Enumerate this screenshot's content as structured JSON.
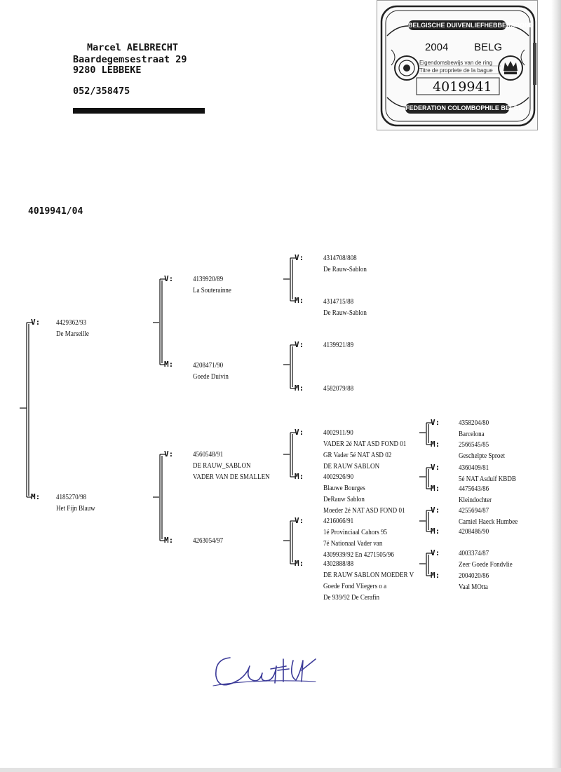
{
  "breeder": {
    "name": "Marcel AELBRECHT",
    "street": "Baardegemsestraat 29",
    "city": "9280  LEBBEKE",
    "phone": "052/358475"
  },
  "certificate": {
    "top_band": "BELGISCHE DUIVENLIEFHEBBERSBOND",
    "year": "2004",
    "country": "BELG",
    "line1": "Eigendomsbewijs van de ring",
    "line2": "Titre de propriete de la bague",
    "number": "4019941",
    "bottom_band": "FEDERATION COLOMBOPHILE BELGE"
  },
  "ring_id": "4019941/04",
  "markers": {
    "sire": "V:",
    "dam": "M:"
  },
  "pedigree": {
    "v": {
      "ring": "4429362/93",
      "lines": [
        "De Marseille"
      ]
    },
    "m": {
      "ring": "4185270/98",
      "lines": [
        "Het Fijn Blauw"
      ]
    },
    "vv": {
      "ring": "4139920/89",
      "lines": [
        "La Souterainne"
      ]
    },
    "vm": {
      "ring": "4208471/90",
      "lines": [
        "Goede Duivin"
      ]
    },
    "mv": {
      "ring": "4560548/91",
      "lines": [
        "DE RAUW_SABLON",
        "VADER VAN DE SMALLEN"
      ]
    },
    "mm": {
      "ring": "4263054/97",
      "lines": []
    },
    "vvv": {
      "ring": "4314708/808",
      "lines": [
        "De Rauw-Sablon"
      ]
    },
    "vvm": {
      "ring": "4314715/88",
      "lines": [
        "De Rauw-Sablon"
      ]
    },
    "vmv": {
      "ring": "4139921/89",
      "lines": []
    },
    "vmm": {
      "ring": "4582079/88",
      "lines": []
    },
    "mvv": {
      "ring": "4002911/90",
      "lines": [
        "VADER 2é NAT ASD FOND 01",
        "GR Vader 5é NAT ASD 02",
        "DE RAUW SABLON"
      ]
    },
    "mvm": {
      "ring": "4002926/90",
      "lines": [
        "Blauwe Bourges",
        "DeRauw Sablon",
        "Moeder 2é NAT ASD FOND 01"
      ]
    },
    "mmv": {
      "ring": "4216066/91",
      "lines": [
        "1é Provinciaal Cahors 95",
        "7é Nationaal Vader van",
        "4309939/92 En 4271505/96"
      ]
    },
    "mmm": {
      "ring": "4302888/88",
      "lines": [
        "DE RAUW SABLON MOEDER V",
        "Goede Fond Vliegers o a",
        "De 939/92 De Cerafin"
      ]
    },
    "mvvv": {
      "ring": "4358204/80",
      "lines": [
        "Barcelona"
      ]
    },
    "mvvm": {
      "ring": "2566545/85",
      "lines": [
        "Geschelpte Sproet"
      ]
    },
    "mvmv": {
      "ring": "4360409/81",
      "lines": [
        "5é NAT Asduif KBDB"
      ]
    },
    "mvmm": {
      "ring": "4475643/86",
      "lines": [
        "Kleindochter"
      ]
    },
    "mmvv": {
      "ring": "4255694/87",
      "lines": [
        "Camiel Haeck Humbee"
      ]
    },
    "mmvm": {
      "ring": "4208486/90",
      "lines": []
    },
    "mmmv": {
      "ring": "4003374/87",
      "lines": [
        "Zeer Goede Fondvlie"
      ]
    },
    "mmmm": {
      "ring": "2004020/86",
      "lines": [
        "Vaal MOtta"
      ]
    }
  },
  "signature": "signature"
}
